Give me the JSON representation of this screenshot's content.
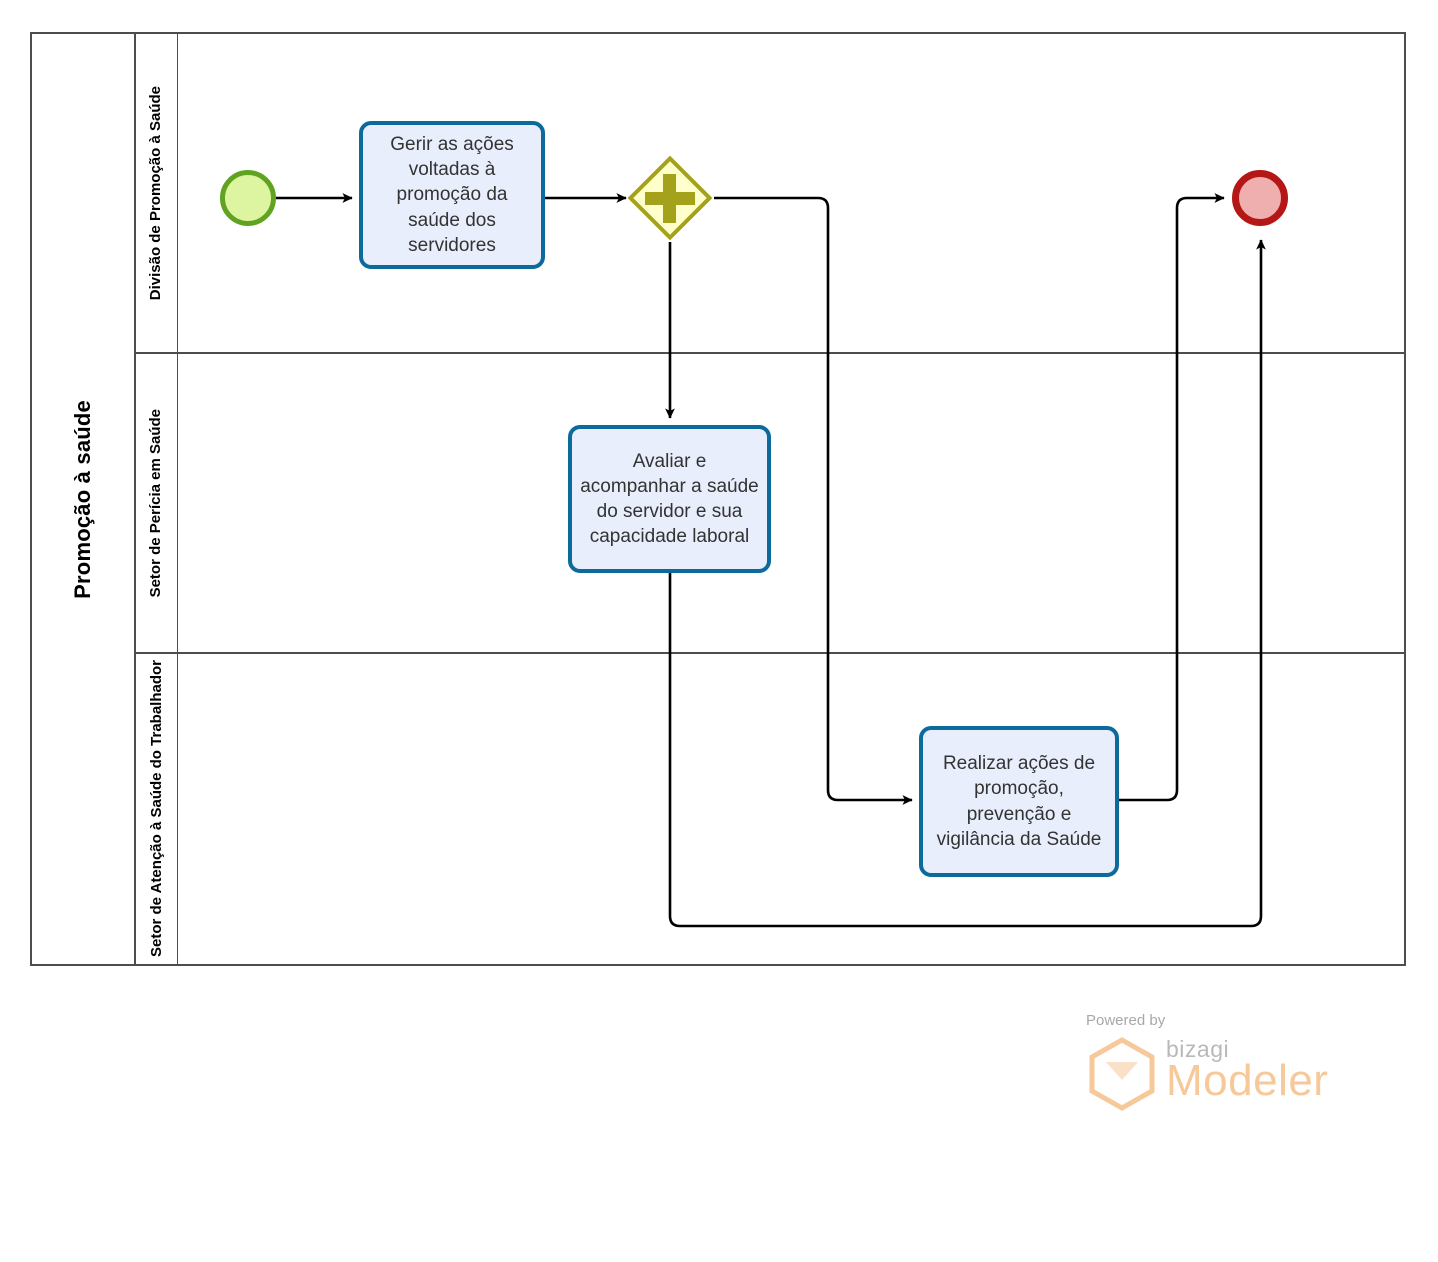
{
  "diagram": {
    "pool": {
      "name": "Promoção à saúde"
    },
    "lanes": [
      {
        "id": "lane-divisao",
        "name": "Divisão de Promoção à Saúde"
      },
      {
        "id": "lane-pericia",
        "name": "Setor de Perícia em Saúde"
      },
      {
        "id": "lane-atencao",
        "name": "Setor de Atenção à Saúde do Trabalhador"
      }
    ],
    "elements": {
      "start_event": {
        "type": "start-event",
        "name": "Início",
        "lane": "lane-divisao"
      },
      "task_gerir": {
        "type": "task",
        "name": "Gerir as ações voltadas à promoção da saúde dos servidores",
        "lane": "lane-divisao"
      },
      "gateway_parallel": {
        "type": "parallel-gateway",
        "name": "Gateway paralelo",
        "symbol": "+",
        "lane": "lane-divisao"
      },
      "task_avaliar": {
        "type": "task",
        "name": "Avaliar e acompanhar a saúde do servidor e sua capacidade laboral",
        "lane": "lane-pericia"
      },
      "task_realizar": {
        "type": "task",
        "name": "Realizar ações de promoção, prevenção e vigilância da Saúde",
        "lane": "lane-atencao"
      },
      "end_event": {
        "type": "end-event",
        "name": "Fim",
        "lane": "lane-divisao"
      }
    },
    "colors": {
      "start_fill": "#ddf5a0",
      "start_stroke": "#5fa321",
      "end_fill": "#efafaf",
      "end_stroke": "#b51717",
      "task_fill": "#e9eefc",
      "task_stroke": "#0d6b9c",
      "gateway_fill": "#ffffcc",
      "gateway_stroke": "#a4a21a",
      "pool_stroke": "#4d4d4d",
      "flow_stroke": "#000000"
    }
  },
  "watermark": {
    "powered_by": "Powered by",
    "brand": "bizagi",
    "product": "Modeler",
    "logo_color": "#f6c89a"
  }
}
